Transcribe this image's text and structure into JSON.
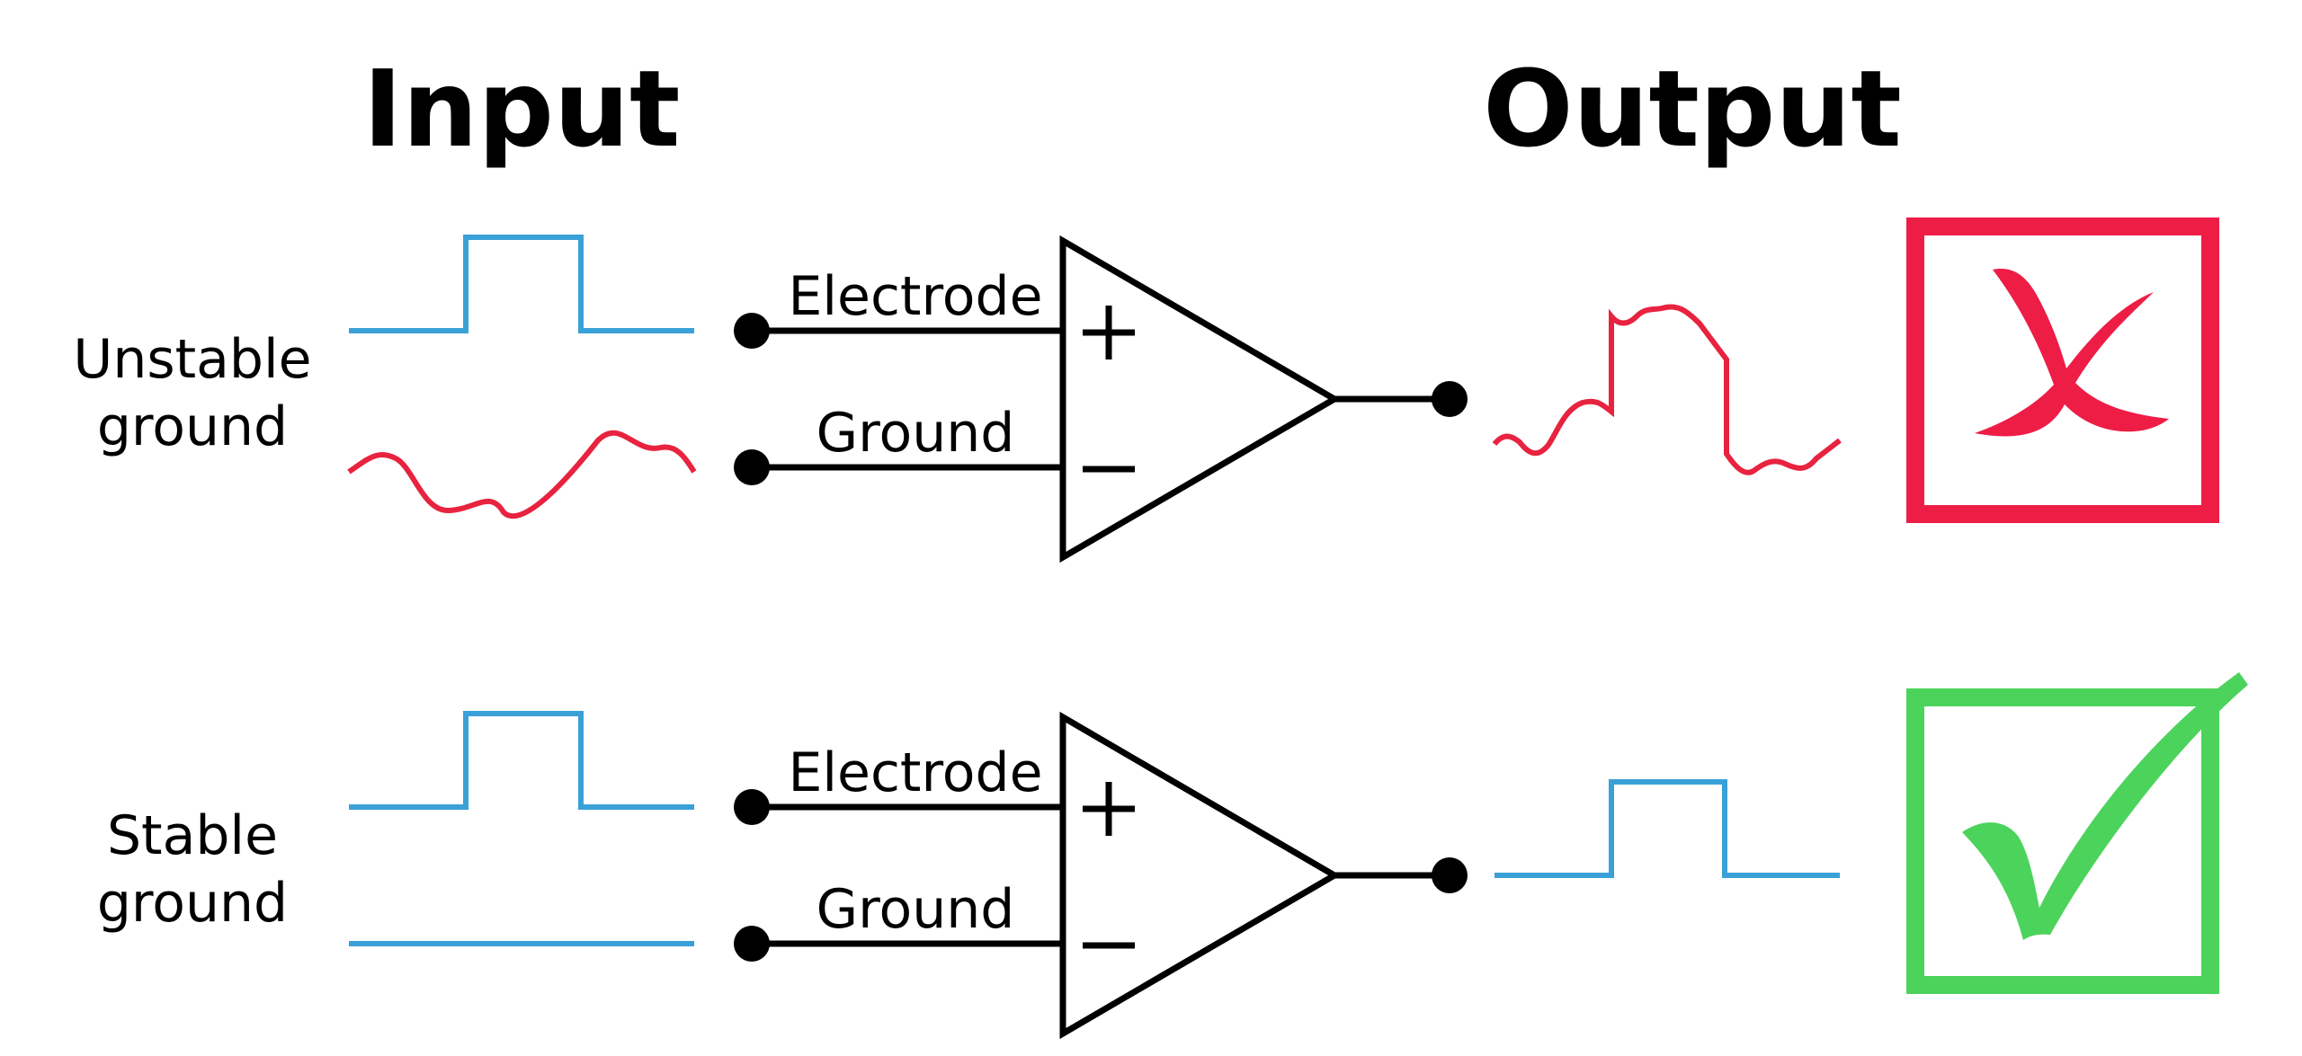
{
  "headings": {
    "input": "Input",
    "output": "Output"
  },
  "rows": [
    {
      "label_line1": "Unstable",
      "label_line2": "ground",
      "electrode_label": "Electrode",
      "ground_label": "Ground",
      "plus_sign": "+",
      "minus_sign": "−",
      "input_electrode_signal": "square-pulse",
      "input_ground_signal": "noisy-wave",
      "output_signal": "noisy-pulse",
      "verdict": "fail",
      "verdict_icon": "x-mark-icon"
    },
    {
      "label_line1": "Stable",
      "label_line2": "ground",
      "electrode_label": "Electrode",
      "ground_label": "Ground",
      "plus_sign": "+",
      "minus_sign": "−",
      "input_electrode_signal": "square-pulse",
      "input_ground_signal": "flat-line",
      "output_signal": "square-pulse",
      "verdict": "pass",
      "verdict_icon": "check-mark-icon"
    }
  ],
  "colors": {
    "clean_signal": "#3aa0d8",
    "noisy_signal": "#e8233f",
    "fail": "#ee1d46",
    "pass": "#4cd35c",
    "lines": "#000000"
  }
}
